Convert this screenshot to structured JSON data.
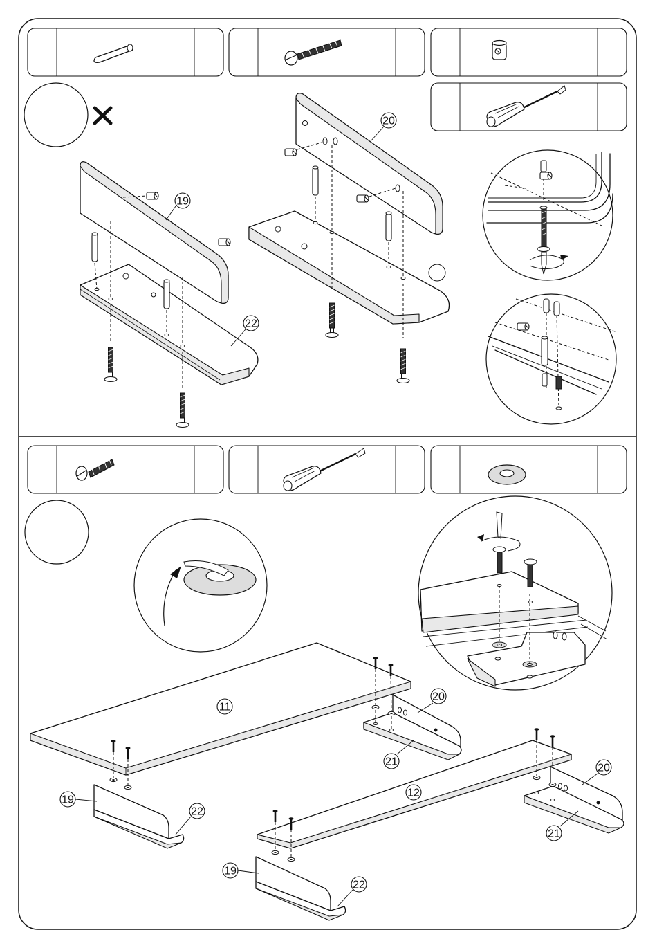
{
  "labels": {
    "side_left": "19",
    "side_right": "20",
    "shelf_top": "11",
    "shelf_bottom": "12",
    "foot_right": "21",
    "foot_left": "22"
  },
  "colors": {
    "line": "#111111",
    "panel_edge": "#e9e9e9",
    "washer_fill": "#dddddd",
    "background": "#ffffff"
  },
  "icons": {
    "cross": "prohibited-cross-icon",
    "dowel": "wooden-dowel-icon",
    "bolt": "threaded-bolt-icon",
    "cam": "cam-nut-icon",
    "screwdriver": "screwdriver-icon",
    "screw": "screw-icon",
    "washer": "washer-icon"
  }
}
